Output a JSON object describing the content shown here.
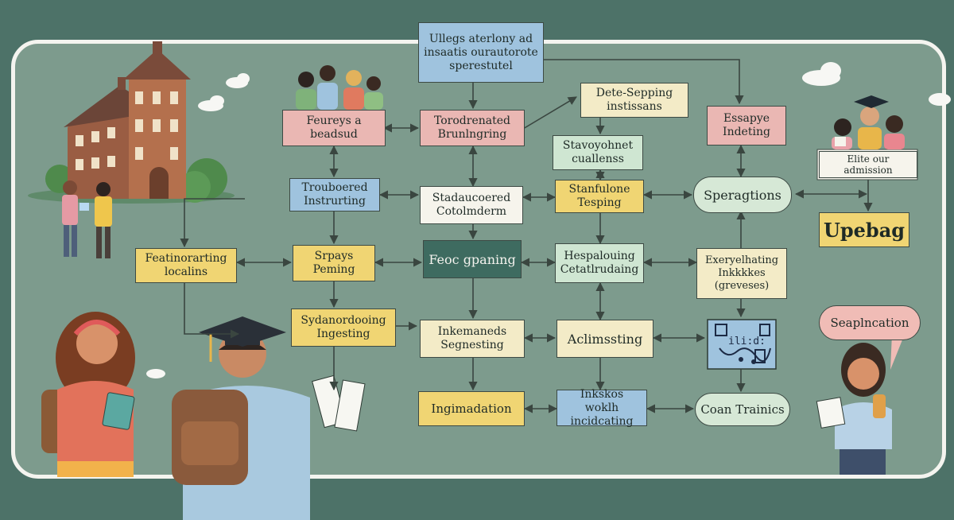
{
  "diagram": {
    "nodes": {
      "top": "Ullegs aterlony ad\ninsaatis ourautorote\nsperestutel",
      "feuv": "Feureys a\nbeadsud",
      "tord": "Torodrenated\nBrunlngring",
      "dete": "Dete-Sepping\ninstissans",
      "essa": "Essapye\nIndeting",
      "stav": "Stavoyohnet\ncuallenss",
      "elite": "Elite our\nadmission",
      "trou": "Trouboered\nInstrurting",
      "stad": "Stadaucoered\nCotolmderm",
      "stan": "Stanfulone\nTesping",
      "sper": "Speragtions",
      "upe": "Upebag",
      "feat": "Featinorarting\nlocalins",
      "srpa": "Srpays\nPeming",
      "feoc": "Feoc gpaning",
      "hesp": "Hespalouing\nCetatlrudaing",
      "exer": "Exeryelhating\nInkkkkes\n(greveses)",
      "syda": "Sydanordooing\nIngesting",
      "inke": "Inkemaneds\nSegnesting",
      "acli": "Aclimssting",
      "seap": "Seaplncation",
      "ingi": "Ingimadation",
      "inks": "Inkskos woklh\nincidcating",
      "coan": "Coan Trainics",
      "chip": "ili:d:"
    }
  },
  "colors": {
    "board": "#7d9b8d",
    "background": "#4d7268",
    "line": "#3a4640",
    "pink": "#eab7b3",
    "blue": "#9fc3de",
    "yellow": "#f0d573",
    "cream": "#f3ebc7",
    "mint": "#cfe6d2",
    "dark": "#3e6b60"
  },
  "illustrations": [
    "university-building",
    "student-group",
    "graduates-group",
    "student-with-tablet",
    "student-with-graduation-cap",
    "student-with-paper"
  ]
}
